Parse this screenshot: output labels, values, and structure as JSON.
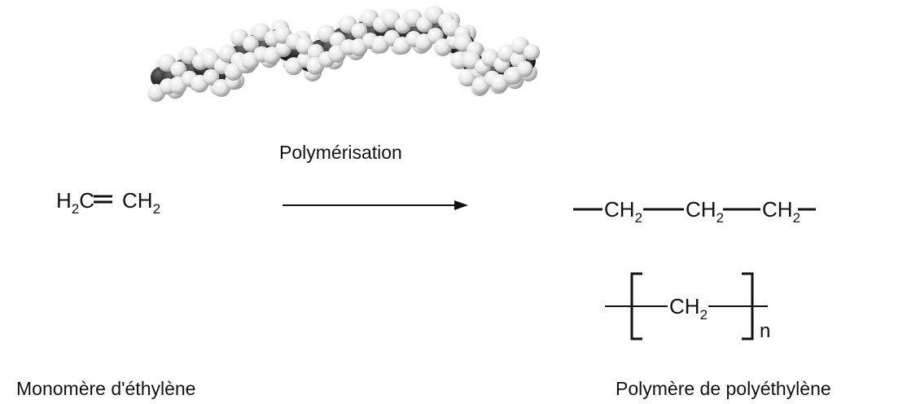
{
  "process": {
    "label": "Polymérisation"
  },
  "monomer": {
    "caption": "Monomère d'éthylène",
    "left_group": "H",
    "left_sub": "2",
    "left_tail": "C",
    "bond": "=",
    "right_group": "CH",
    "right_sub": "2"
  },
  "polymer": {
    "caption": "Polymère de polyéthylène",
    "chain_unit": "CH",
    "chain_sub": "2",
    "repeat_unit": "CH",
    "repeat_sub": "2",
    "repeat_index": "n"
  },
  "colors": {
    "carbon": "#2e2e2e",
    "hydrogen": "#f2f2f2",
    "stroke": "#111111"
  }
}
